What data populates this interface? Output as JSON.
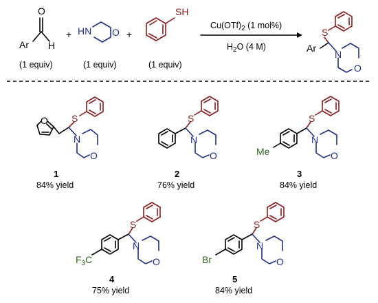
{
  "reaction": {
    "aldehyde": {
      "ar": "Ar",
      "o": "O",
      "h": "H",
      "equiv": "(1 equiv)"
    },
    "amine": {
      "hn": "HN",
      "o": "O",
      "equiv": "(1 equiv)"
    },
    "thiol": {
      "sh": "SH",
      "equiv": "(1 equiv)"
    },
    "plus": "+",
    "arrow": {
      "catalyst": "Cu(OTf)",
      "catalyst_sub": "2",
      "catalyst_tail": " (1 mol%)",
      "solvent": "H",
      "solvent_sub": "2",
      "solvent_tail": "O (4 M)"
    },
    "product": {
      "s": "S",
      "ar": "Ar",
      "n": "N",
      "o": "O"
    }
  },
  "products": [
    {
      "number": "1",
      "yield": "84% yield",
      "substituent": "O"
    },
    {
      "number": "2",
      "yield": "76% yield"
    },
    {
      "number": "3",
      "yield": "84% yield",
      "substituent": "Me"
    },
    {
      "number": "4",
      "yield": "75% yield",
      "substituent": "F",
      "sub_3": "3",
      "sub_c": "C"
    },
    {
      "number": "5",
      "yield": "84% yield",
      "substituent": "Br"
    }
  ],
  "atoms": {
    "s": "S",
    "n": "N",
    "o": "O"
  },
  "colors": {
    "thiol": "#8b1a1a",
    "amine": "#1f2f8c",
    "substituent": "#2e6b1f"
  }
}
